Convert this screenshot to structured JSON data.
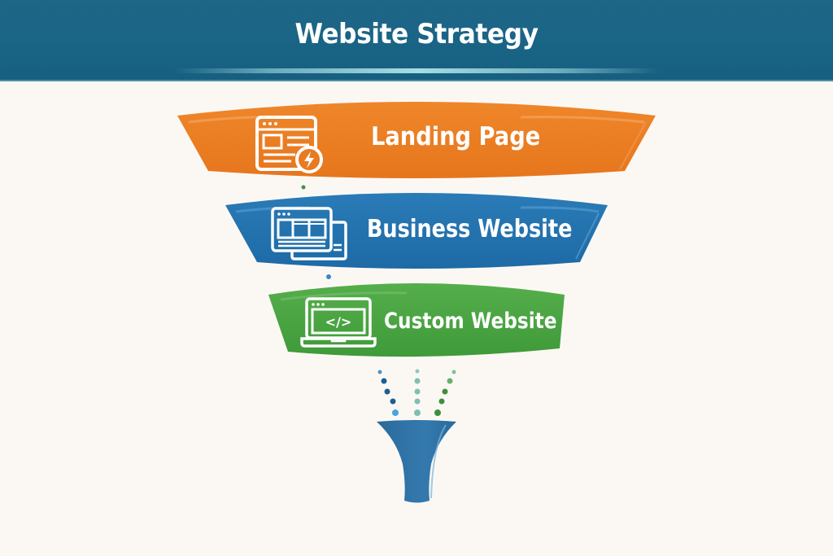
{
  "header": {
    "title": "Website Strategy",
    "background_color": "#1a6486"
  },
  "funnel": {
    "tiers": [
      {
        "label": "Landing Page",
        "icon": "landing-page-lightning-icon",
        "color": "#ea7a22"
      },
      {
        "label": "Business Website",
        "icon": "multi-window-website-icon",
        "color": "#2172ad"
      },
      {
        "label": "Custom Website",
        "icon": "laptop-code-icon",
        "color": "#47a23f"
      }
    ],
    "connector_dots": [
      {
        "color": "#3f8f4a"
      },
      {
        "color": "#3b86c9"
      }
    ],
    "flow_dots": {
      "columns": [
        {
          "colors": [
            "#4f93c8",
            "#1f5f8f",
            "#1f5f8f",
            "#1f5f8f",
            "#49a4e0"
          ]
        },
        {
          "colors": [
            "#8ec7bd",
            "#7fbfb2",
            "#7fbfb2",
            "#7fbfb2",
            "#7fbfb2"
          ]
        },
        {
          "colors": [
            "#7cc489",
            "#67b06a",
            "#3e8f3c",
            "#3e8f3c",
            "#3e8f3c"
          ]
        }
      ]
    },
    "output_funnel_color": "#2d6fa3"
  }
}
